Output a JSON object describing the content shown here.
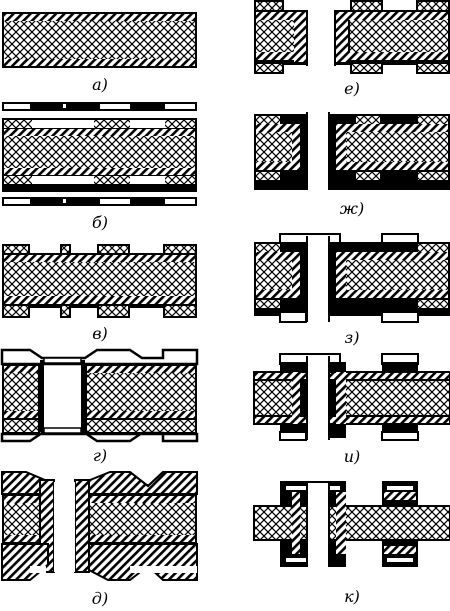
{
  "panels": [
    {
      "id": "a",
      "label": "а)"
    },
    {
      "id": "b",
      "label": "б)"
    },
    {
      "id": "v",
      "label": "в)"
    },
    {
      "id": "g",
      "label": "г)"
    },
    {
      "id": "d",
      "label": "д)"
    },
    {
      "id": "e",
      "label": "е)"
    },
    {
      "id": "zh",
      "label": "ж)"
    },
    {
      "id": "z",
      "label": "з)"
    },
    {
      "id": "i",
      "label": "и)"
    },
    {
      "id": "k",
      "label": "к)"
    }
  ],
  "colors": {
    "ink": "#000000",
    "paper": "#ffffff"
  }
}
